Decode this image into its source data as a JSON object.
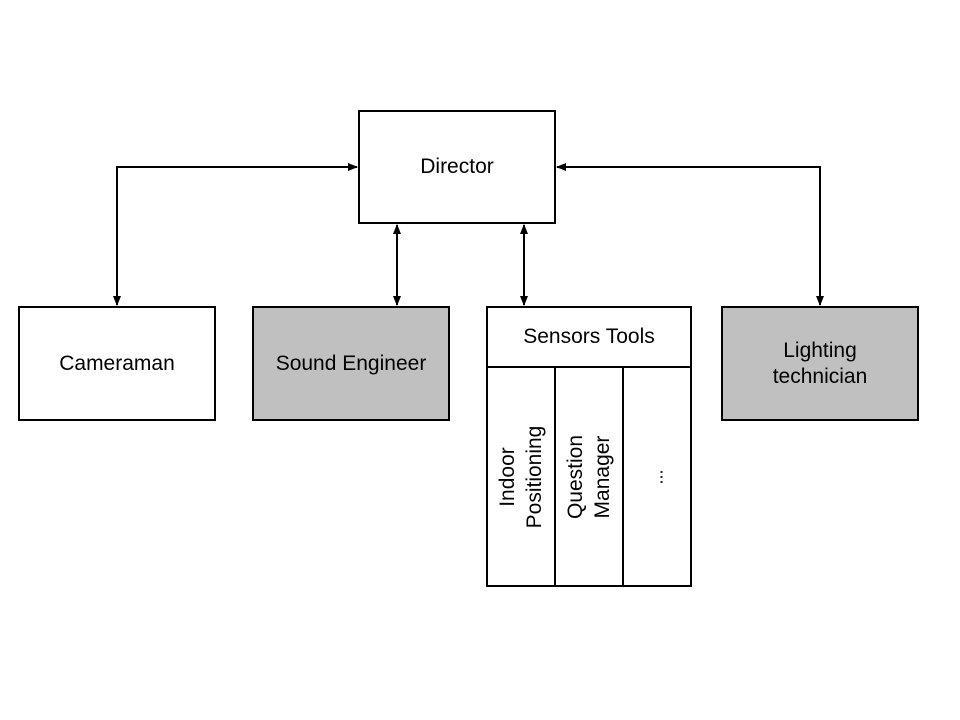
{
  "diagram": {
    "director": "Director",
    "cameraman": "Cameraman",
    "sound_engineer": "Sound Engineer",
    "sensors_tools": {
      "title": "Sensors Tools",
      "columns": [
        {
          "line1": "Indoor",
          "line2": "Positioning"
        },
        {
          "line1": "Question",
          "line2": "Manager"
        },
        {
          "line1": "..."
        }
      ]
    },
    "lighting_technician": {
      "line1": "Lighting",
      "line2": "technician"
    }
  },
  "colors": {
    "stroke": "#000000",
    "gray_fill": "#c0c0c0",
    "white_fill": "#ffffff"
  }
}
